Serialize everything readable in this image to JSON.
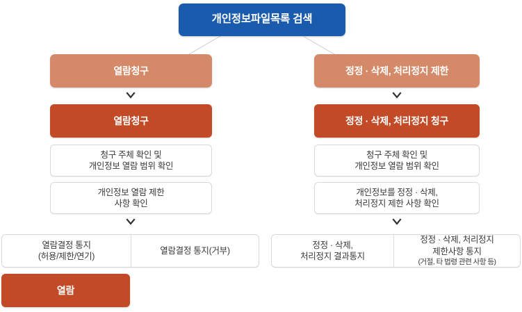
{
  "diagram": {
    "title": "개인정보파일목록 검색",
    "root": {
      "label": "개인정보파일목록 검색"
    },
    "branches": [
      {
        "id": "access",
        "header": "열람청구",
        "request": "열람청구",
        "steps": [
          "청구 주체 확인 및\n개인정보 열람 범위 확인",
          "개인정보 열람 제한\n사항 확인"
        ],
        "step1_line1": "청구 주체 확인 및",
        "step1_line2": "개인정보 열람 범위 확인",
        "step2_line1": "개인정보 열람 제한",
        "step2_line2": "사항 확인",
        "outcomes": [
          {
            "line1": "열람결정 통지",
            "line2": "(허용/제한/연기)",
            "note": ""
          },
          {
            "line1": "열람결정 통지(거부)",
            "line2": "",
            "note": ""
          }
        ],
        "final": "열람"
      },
      {
        "id": "correction",
        "header": "정정 · 삭제, 처리정지 제한",
        "request": "정정 · 삭제, 처리정지 청구",
        "steps": [
          "청구 주체 확인 및\n개인정보 열람 범위 확인",
          "개인정보를 정정 · 삭제,\n처리정지 제한 사항 확인"
        ],
        "step1_line1": "청구 주체 확인 및",
        "step1_line2": "개인정보 열람 범위 확인",
        "step2_line1": "개인정보를 정정 · 삭제,",
        "step2_line2": "처리정지 제한 사항 확인",
        "outcomes": [
          {
            "line1": "정정 · 삭제,",
            "line2": "처리정지 결과통지",
            "note": ""
          },
          {
            "line1": "정정 · 삭제, 처리정지",
            "line2": "제한사항 통지",
            "note": "(거절, 타 법령 관련 사항 등)"
          }
        ],
        "final": ""
      }
    ],
    "colors": {
      "root": "#1B5BAD",
      "header": "#D48A68",
      "request": "#C34A26",
      "final": "#C34A26",
      "box_border": "#D8D8D8",
      "connector": "#CFCFCF",
      "chevron": "#333333",
      "text_light": "#FFFFFF",
      "text_dark": "#3A3A3A",
      "background": "#FFFFFF"
    }
  }
}
